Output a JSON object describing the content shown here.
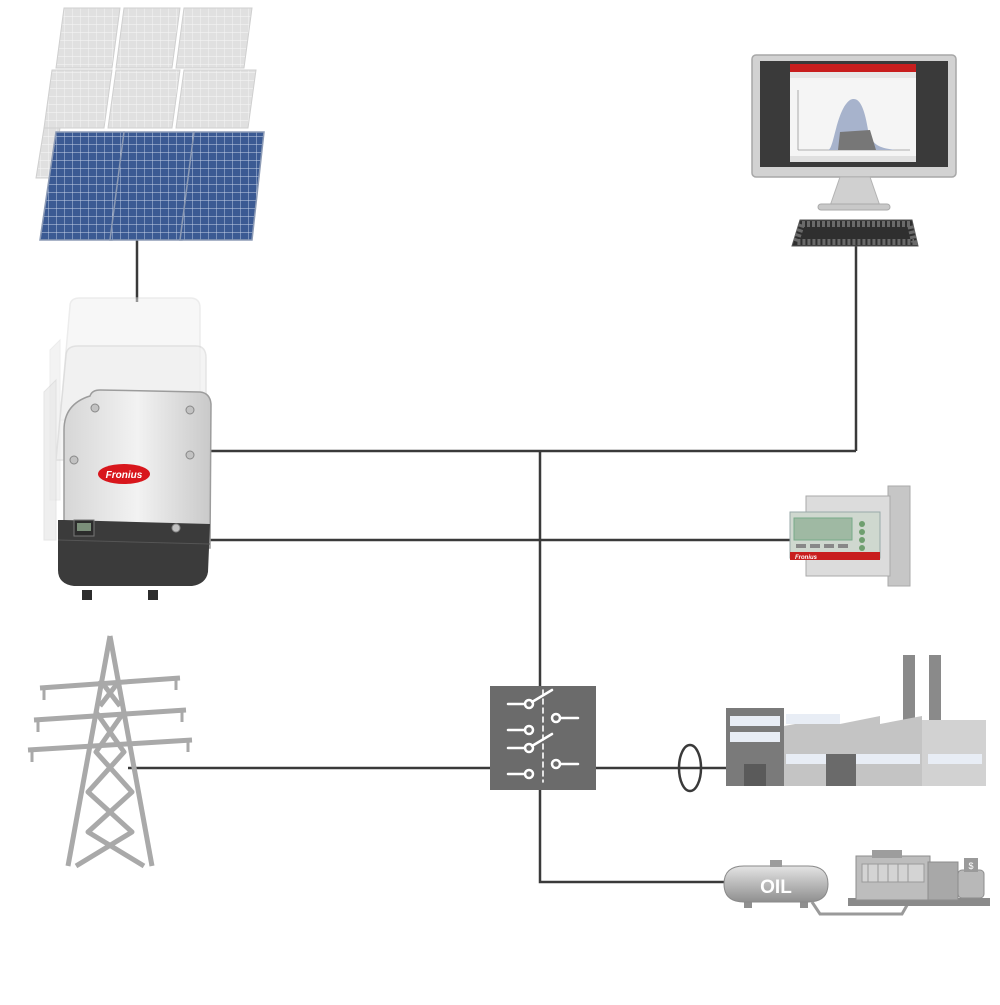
{
  "diagram": {
    "nodes": [
      {
        "id": "pv-array",
        "label": ""
      },
      {
        "id": "inverter-stack",
        "label": ""
      },
      {
        "id": "monitoring-computer",
        "label": ""
      },
      {
        "id": "controller-device",
        "label": ""
      },
      {
        "id": "power-grid",
        "label": ""
      },
      {
        "id": "switch-box",
        "label": ""
      },
      {
        "id": "factory-load",
        "label": ""
      },
      {
        "id": "diesel-genset",
        "label": ""
      }
    ],
    "brand": {
      "inverter_logo": "Fronius",
      "controller_logo": "Fronius"
    },
    "tank": {
      "label": "OIL"
    },
    "colors": {
      "line": "#3a3a3a",
      "panel_blue": "#3b5a93",
      "panel_ghost": "#cfcfcf",
      "fronius_red": "#d8161c",
      "switch_box": "#6b6b6b",
      "tower": "#a9a9a9",
      "factory_dark": "#7a7a7a",
      "factory_light": "#c4c4c4"
    },
    "icons": [
      "solar-panel-icon",
      "inverter-icon",
      "computer-monitor-icon",
      "keyboard-icon",
      "controller-module-icon",
      "transmission-tower-icon",
      "switch-icon",
      "factory-icon",
      "oil-tank-icon",
      "generator-icon",
      "current-sensor-icon"
    ]
  }
}
